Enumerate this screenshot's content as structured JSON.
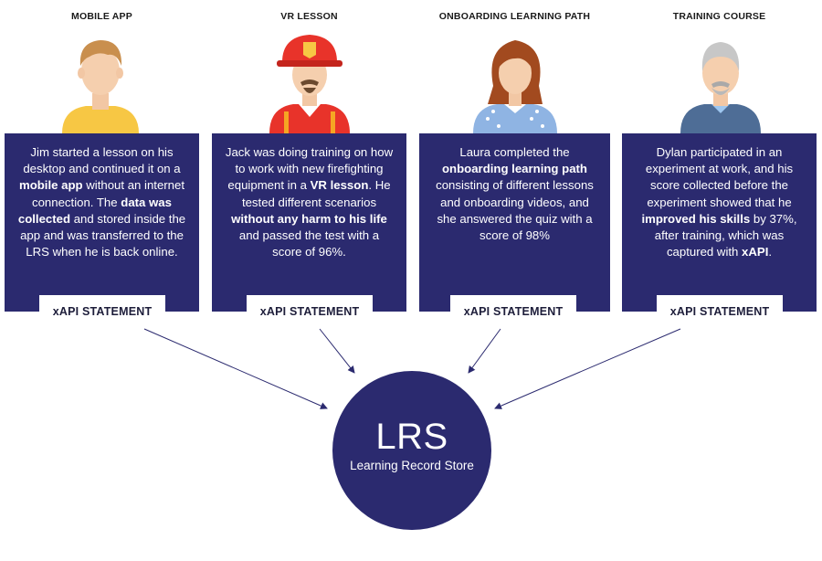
{
  "columns": [
    {
      "title": "MOBILE APP",
      "segments": [
        {
          "t": "Jim started a lesson on his desktop and continued it on a ",
          "b": false
        },
        {
          "t": "mobile app",
          "b": true
        },
        {
          "t": " without an internet connection. The ",
          "b": false
        },
        {
          "t": "data was collected",
          "b": true
        },
        {
          "t": " and stored inside the app and was transferred to the LRS when he is back online.",
          "b": false
        }
      ],
      "statement": "xAPI STATEMENT",
      "avatar": "young-man-avatar"
    },
    {
      "title": "VR LESSON",
      "segments": [
        {
          "t": "Jack was doing training on how to work with new firefighting equipment in a ",
          "b": false
        },
        {
          "t": "VR lesson",
          "b": true
        },
        {
          "t": ". He tested different scenarios ",
          "b": false
        },
        {
          "t": "without any harm to his life",
          "b": true
        },
        {
          "t": " and passed the test with a score of 96%.",
          "b": false
        }
      ],
      "statement": "xAPI STATEMENT",
      "avatar": "firefighter-avatar"
    },
    {
      "title": "ONBOARDING LEARNING PATH",
      "segments": [
        {
          "t": "Laura completed the ",
          "b": false
        },
        {
          "t": "onboarding learning path",
          "b": true
        },
        {
          "t": " consisting of different lessons and onboarding videos, and she answered the quiz with a score of 98%",
          "b": false
        }
      ],
      "statement": "xAPI STATEMENT",
      "avatar": "woman-avatar"
    },
    {
      "title": "TRAINING COURSE",
      "segments": [
        {
          "t": "Dylan participated in an experiment at work, and his score collected before the experiment showed that he ",
          "b": false
        },
        {
          "t": "improved his skills",
          "b": true
        },
        {
          "t": " by 37%, after training, which was captured with ",
          "b": false
        },
        {
          "t": "xAPI",
          "b": true
        },
        {
          "t": ".",
          "b": false
        }
      ],
      "statement": "xAPI STATEMENT",
      "avatar": "older-man-avatar"
    }
  ],
  "lrs": {
    "title": "LRS",
    "subtitle": "Learning Record Store"
  },
  "colors": {
    "navy": "#2b2a6f",
    "text_dark": "#1d1d3a"
  }
}
